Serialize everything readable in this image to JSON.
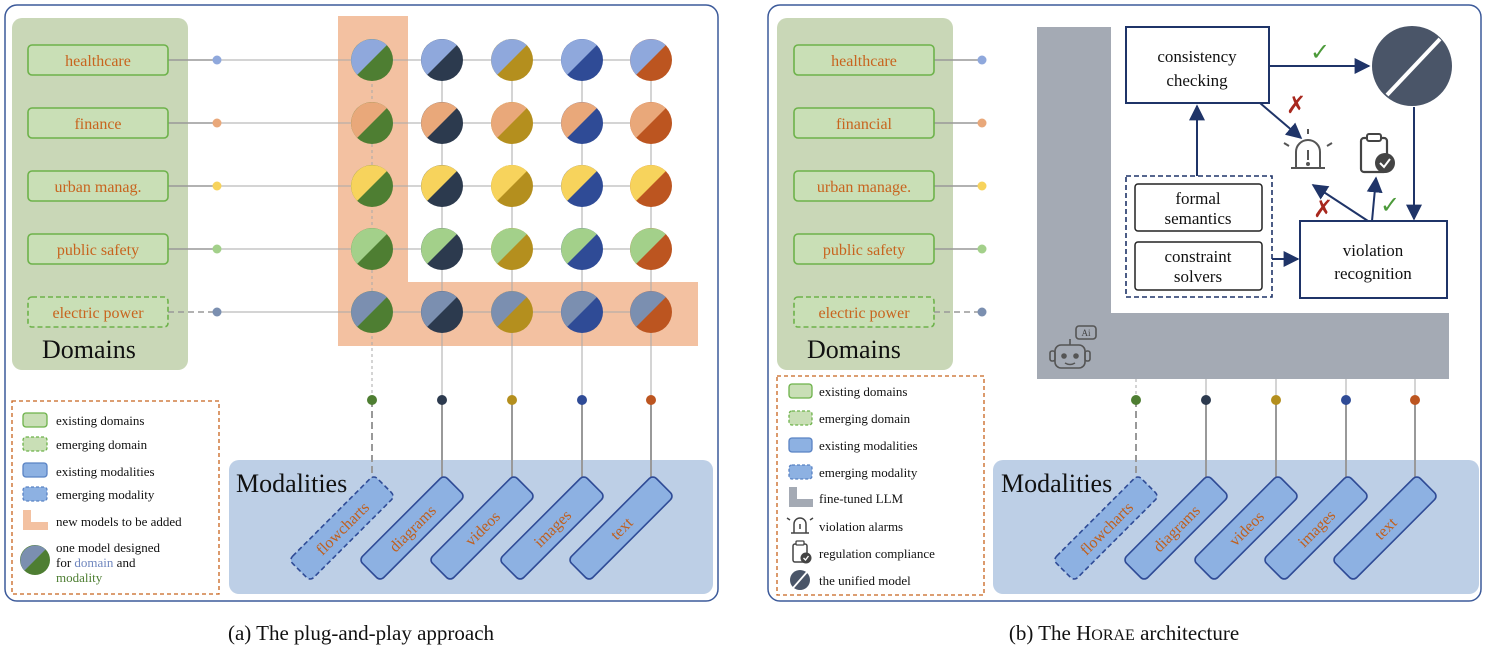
{
  "panel_a": {
    "domains_title": "Domains",
    "modalities_title": "Modalities",
    "domains": [
      "healthcare",
      "finance",
      "urban manag.",
      "public safety",
      "electric power"
    ],
    "modalities": [
      "flowcharts",
      "diagrams",
      "videos",
      "images",
      "text"
    ],
    "legend": {
      "existing_domains": "existing domains",
      "emerging_domain": "emerging domain",
      "existing_modalities": "existing modalities",
      "emerging_modality": "emerging modality",
      "new_models": "new models to be added",
      "one_model_1": "one model designed",
      "one_model_2_pre": "for ",
      "one_model_2_domain": "domain",
      "one_model_2_post": " and",
      "one_model_3": "modality"
    },
    "caption": "(a) The plug-and-play approach"
  },
  "panel_b": {
    "domains_title": "Domains",
    "modalities_title": "Modalities",
    "domains": [
      "healthcare",
      "financial",
      "urban manage.",
      "public safety",
      "electric power"
    ],
    "modalities": [
      "flowcharts",
      "diagrams",
      "videos",
      "images",
      "text"
    ],
    "consistency_1": "consistency",
    "consistency_2": "checking",
    "formal_1": "formal",
    "formal_2": "semantics",
    "constraint_1": "constraint",
    "constraint_2": "solvers",
    "violation_1": "violation",
    "violation_2": "recognition",
    "check_mark": "✓",
    "cross_mark": "✗",
    "legend": {
      "existing_domains": "existing domains",
      "emerging_domain": "emerging domain",
      "existing_modalities": "existing modalities",
      "emerging_modality": "emerging modality",
      "fine_tuned": "fine-tuned LLM",
      "alarms": "violation alarms",
      "compliance": "regulation compliance",
      "unified": "the unified model"
    },
    "caption_pre": "(b) The ",
    "caption_h": "H",
    "caption_orae": "ORAE",
    "caption_post": " architecture"
  },
  "colors": {
    "healthcare": "#8FA8DC",
    "finance": "#E9A87A",
    "urban": "#F7D35C",
    "public_safety": "#A3D08A",
    "electric": "#7B8FB0",
    "flowcharts": "#4E7E32",
    "diagrams": "#2C3A4E",
    "videos": "#B48F1E",
    "images": "#2F4B96",
    "text": "#BC5520",
    "domain_text": "#C8641E",
    "modality_text": "#C0601E",
    "panel_border": "#3C5A9A",
    "domains_bg": "#C9D7B7",
    "modalities_bg": "#BDCFE6",
    "new_models": "#F3C1A1",
    "llm_gray": "#A4AAB4",
    "arrow": "#1F3468",
    "check": "#4C9A3A",
    "cross": "#A8281E"
  }
}
